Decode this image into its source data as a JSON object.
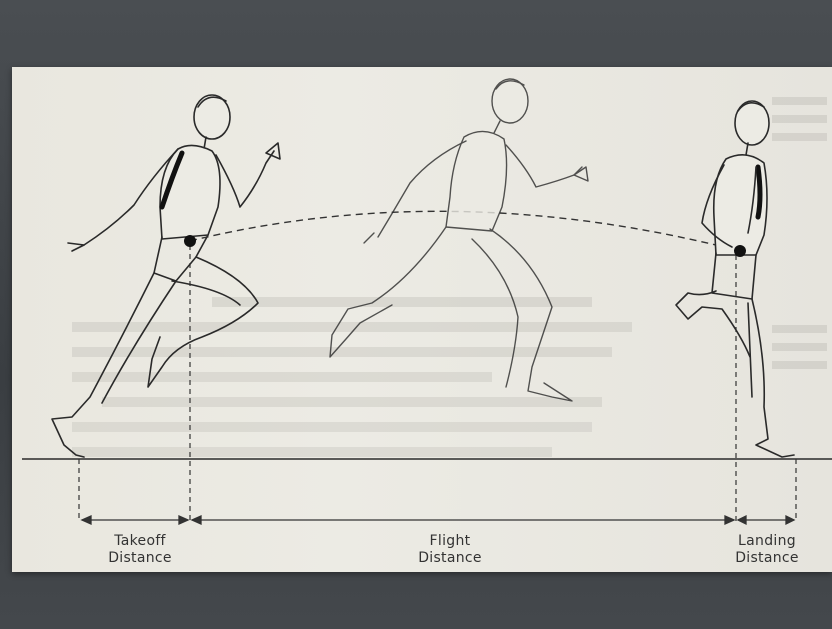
{
  "diagram": {
    "labels": {
      "takeoff_line1": "Takeoff",
      "takeoff_line2": "Distance",
      "flight_line1": "Flight",
      "flight_line2": "Distance",
      "landing_line1": "Landing",
      "landing_line2": "Distance"
    }
  },
  "colors": {
    "paper": "#ecebe4",
    "ink": "#2a2a2a",
    "slide_background": "#3f4347"
  }
}
